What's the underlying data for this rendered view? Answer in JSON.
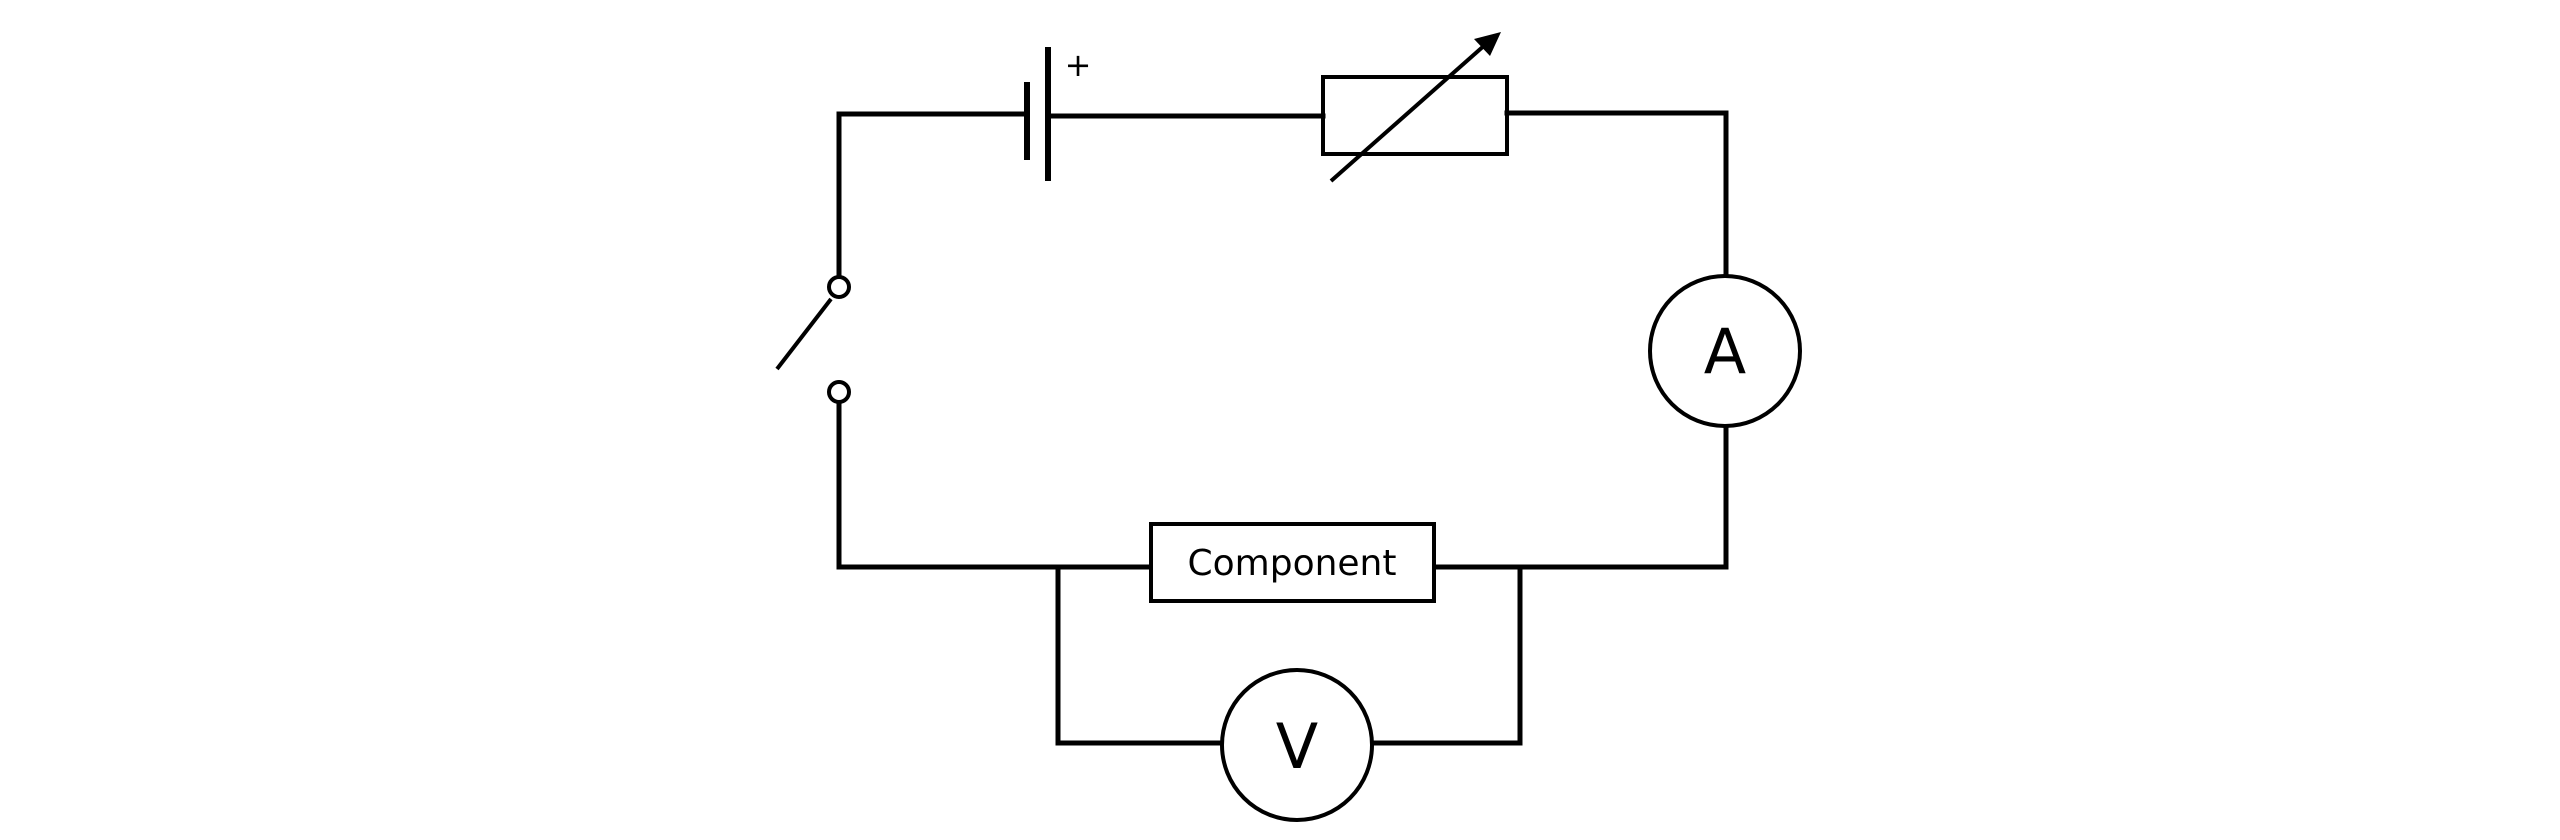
{
  "diagram": {
    "battery_polarity_label": "+",
    "ammeter_label": "A",
    "voltmeter_label": "V",
    "component_label": "Component",
    "stroke_color": "#000000",
    "background_color": "#ffffff"
  }
}
